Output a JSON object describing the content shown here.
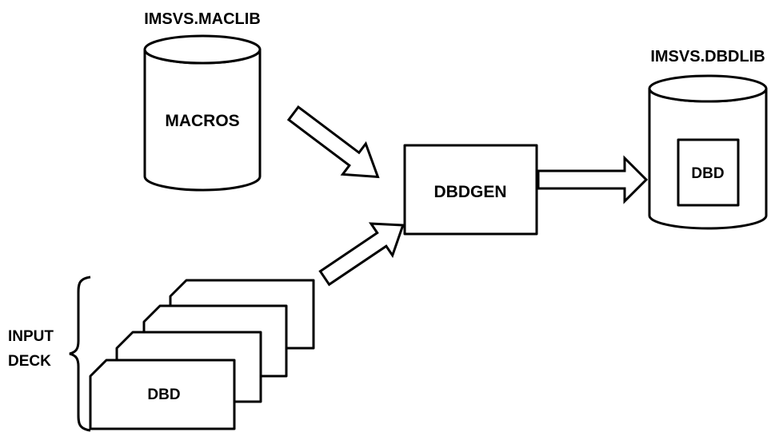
{
  "maclib": {
    "name": "IMSVS.MACLIB",
    "content": "MACROS"
  },
  "dbdlib": {
    "name": "IMSVS.DBDLIB",
    "member": "DBD"
  },
  "process": {
    "label": "DBDGEN"
  },
  "input": {
    "label_line1": "INPUT",
    "label_line2": "DECK",
    "card_label": "DBD"
  }
}
